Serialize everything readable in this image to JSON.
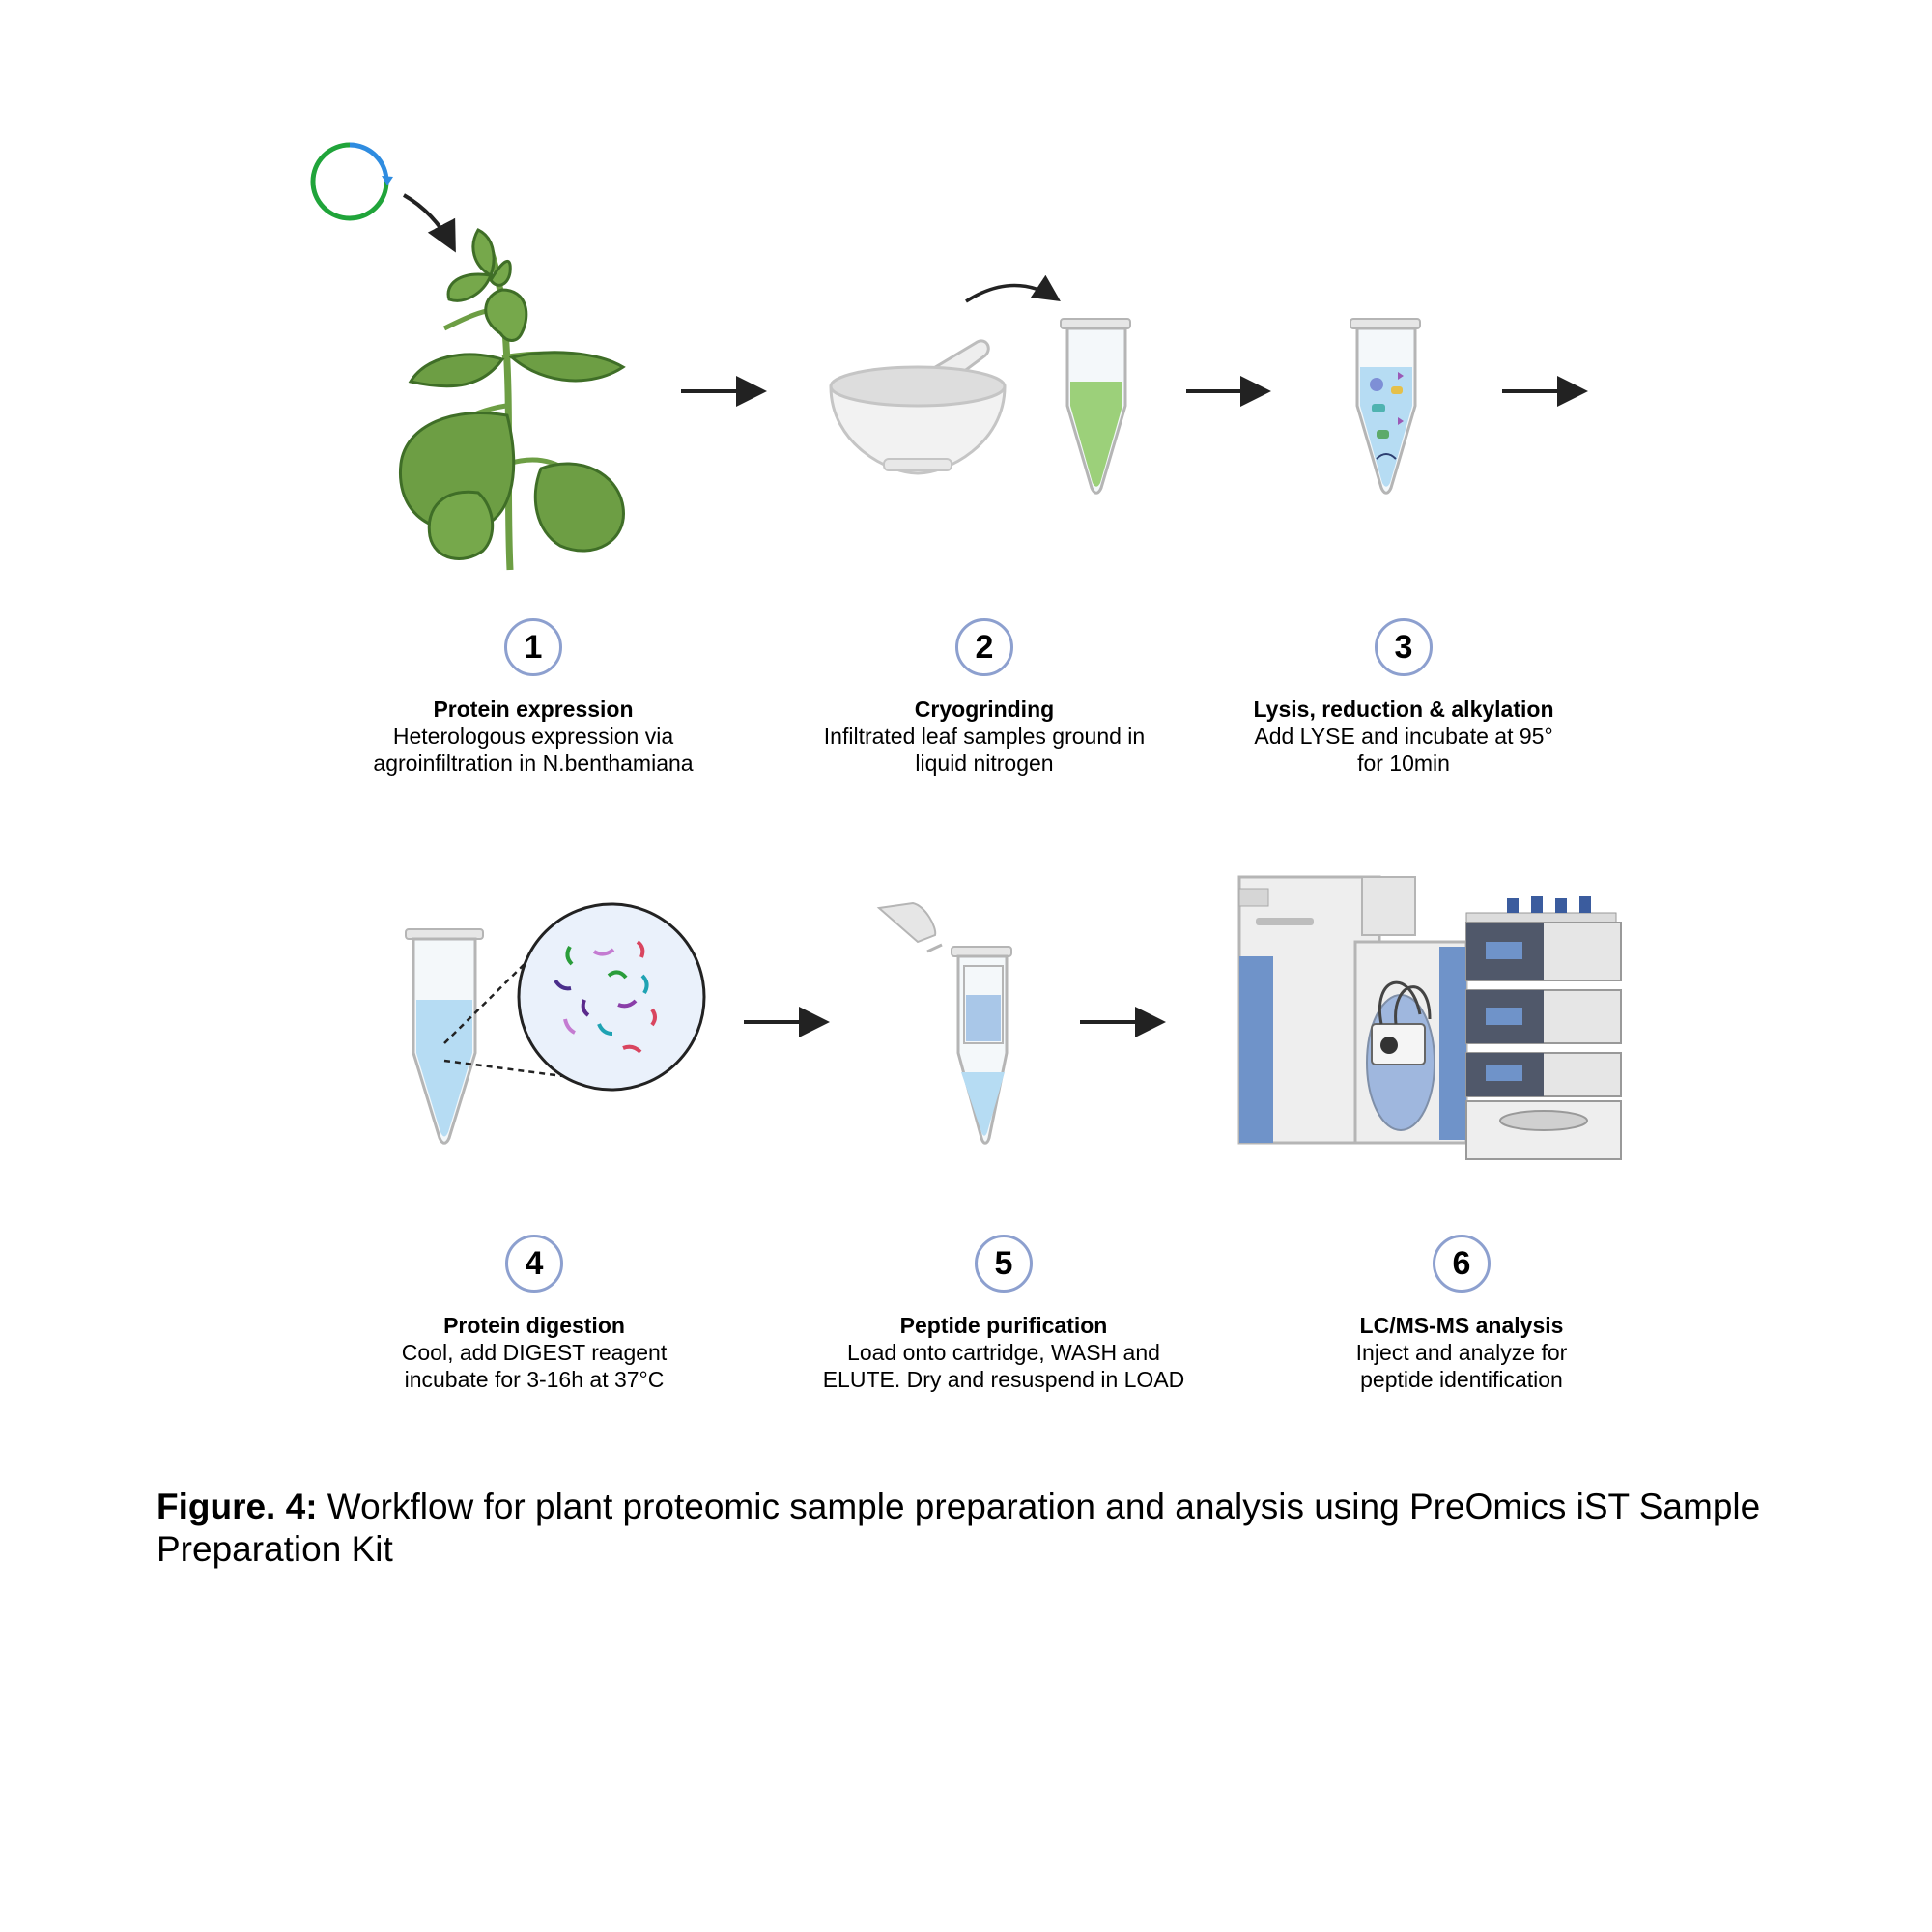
{
  "colors": {
    "leaf": "#6d9e44",
    "leaf_dark": "#3f6e27",
    "badge_ring": "#8da0cf",
    "liquid_blue": "#b6dcf3",
    "ground_green": "#9cd07a",
    "instrument_blue": "#6f93c9"
  },
  "steps": [
    {
      "number": "1",
      "title": "Protein expression",
      "desc": "Heterologous expression via\nagroinfiltration in N.benthamiana"
    },
    {
      "number": "2",
      "title": "Cryogrinding",
      "desc": "Infiltrated leaf samples ground in\nliquid nitrogen"
    },
    {
      "number": "3",
      "title": "Lysis, reduction & alkylation",
      "desc": "Add LYSE and incubate at 95°\nfor 10min"
    },
    {
      "number": "4",
      "title": "Protein digestion",
      "desc": "Cool, add DIGEST reagent\nincubate for 3-16h at 37°C"
    },
    {
      "number": "5",
      "title": "Peptide purification",
      "desc": "Load onto cartridge, WASH and\nELUTE. Dry and resuspend in LOAD"
    },
    {
      "number": "6",
      "title": "LC/MS-MS analysis",
      "desc": "Inject and analyze for\npeptide identification"
    }
  ],
  "caption": {
    "label": "Figure. 4:",
    "text": " Workflow for plant proteomic sample preparation and analysis using PreOmics iST Sample Preparation Kit"
  },
  "icons": [
    "plasmid-icon",
    "plant-icon",
    "mortar-pestle-icon",
    "tube-icon",
    "magnified-peptides-icon",
    "cartridge-tube-icon",
    "lc-ms-instrument-icon",
    "arrow-right-icon"
  ]
}
